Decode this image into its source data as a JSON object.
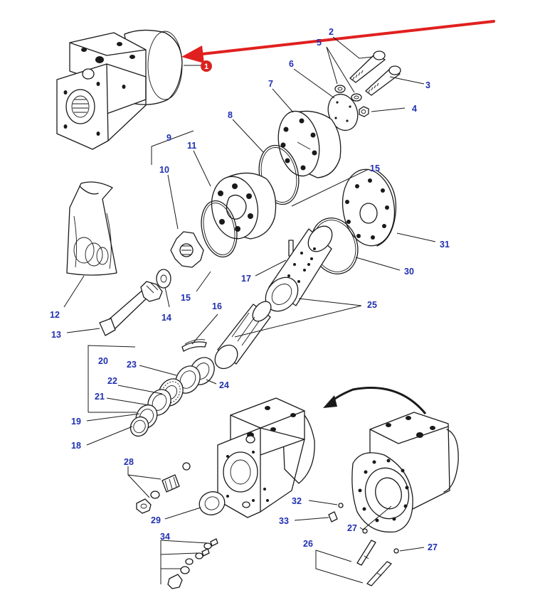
{
  "colors": {
    "callout": "#1f2fb0",
    "arrow": "#e0201e",
    "badge": "#d9231f",
    "line": "#1a1a1a"
  },
  "highlight": {
    "badge_label": "1"
  },
  "callouts": [
    "2",
    "3",
    "4",
    "5",
    "6",
    "7",
    "8",
    "9",
    "10",
    "11",
    "12",
    "13",
    "14",
    "15",
    "15",
    "16",
    "17",
    "18",
    "19",
    "20",
    "21",
    "22",
    "23",
    "24",
    "25",
    "26",
    "27",
    "27",
    "28",
    "29",
    "30",
    "31",
    "32",
    "33",
    "34"
  ]
}
